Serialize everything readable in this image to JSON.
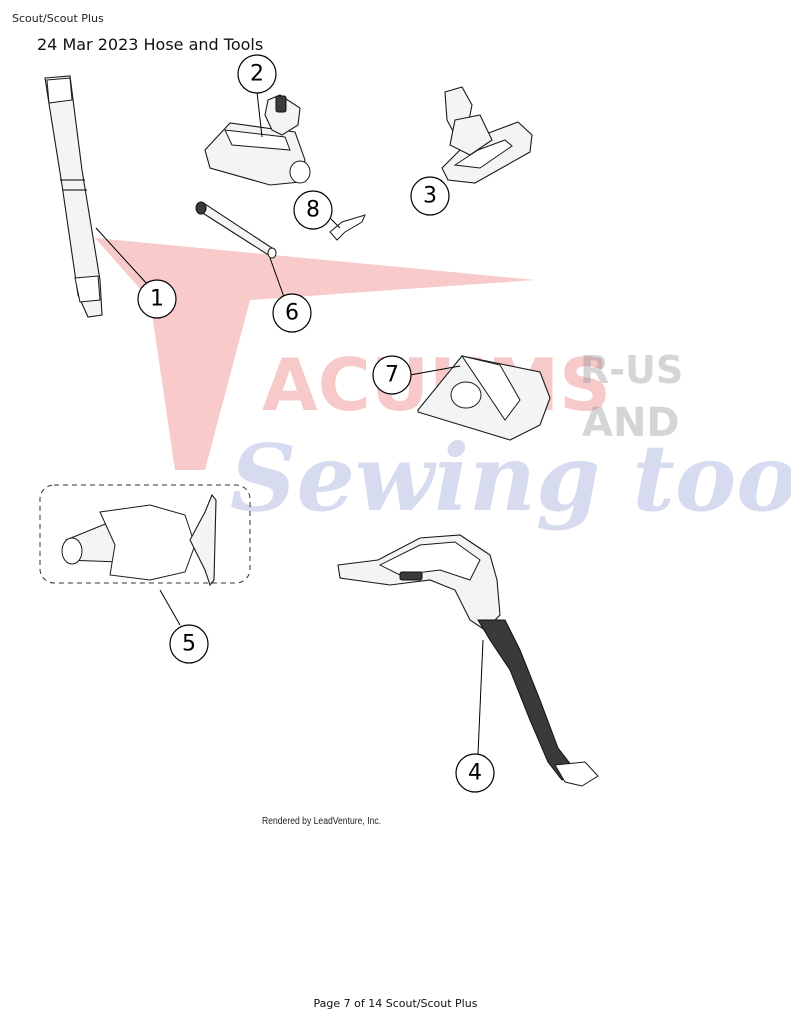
{
  "header": {
    "model": "Scout/Scout Plus",
    "title": "24 Mar 2023 Hose and Tools"
  },
  "callouts": [
    "1",
    "2",
    "3",
    "4",
    "5",
    "6",
    "7",
    "8"
  ],
  "watermark": {
    "line1": "ACUUMS",
    "tag1": "R-US",
    "tag2": "AND",
    "line2": "Sewing too",
    "red": "#e85a5a",
    "blue": "#8c9bd6",
    "grey": "#8a8a8a"
  },
  "rendered_by": "Rendered by LeadVenture, Inc.",
  "footer": "Page 7 of 14 Scout/Scout Plus"
}
